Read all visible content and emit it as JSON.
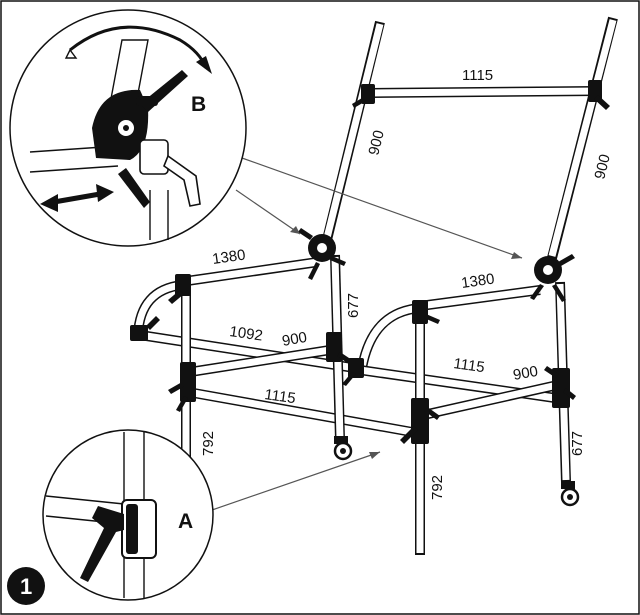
{
  "figure": {
    "step_number": "1",
    "callouts": {
      "a": "A",
      "b": "B"
    },
    "dimensions": {
      "top_bar": "1115",
      "left_upright_upper": "900",
      "right_upright_upper": "900",
      "left_arm": "1380",
      "right_arm": "1380",
      "mid_left_vertical": "677",
      "right_lower_vertical": "677",
      "front_depth": "1092",
      "center_900": "900",
      "back_crossbar": "1115",
      "right_side_900": "900",
      "front_crossbar": "1115",
      "left_leg": "792",
      "front_right_leg": "792"
    }
  }
}
